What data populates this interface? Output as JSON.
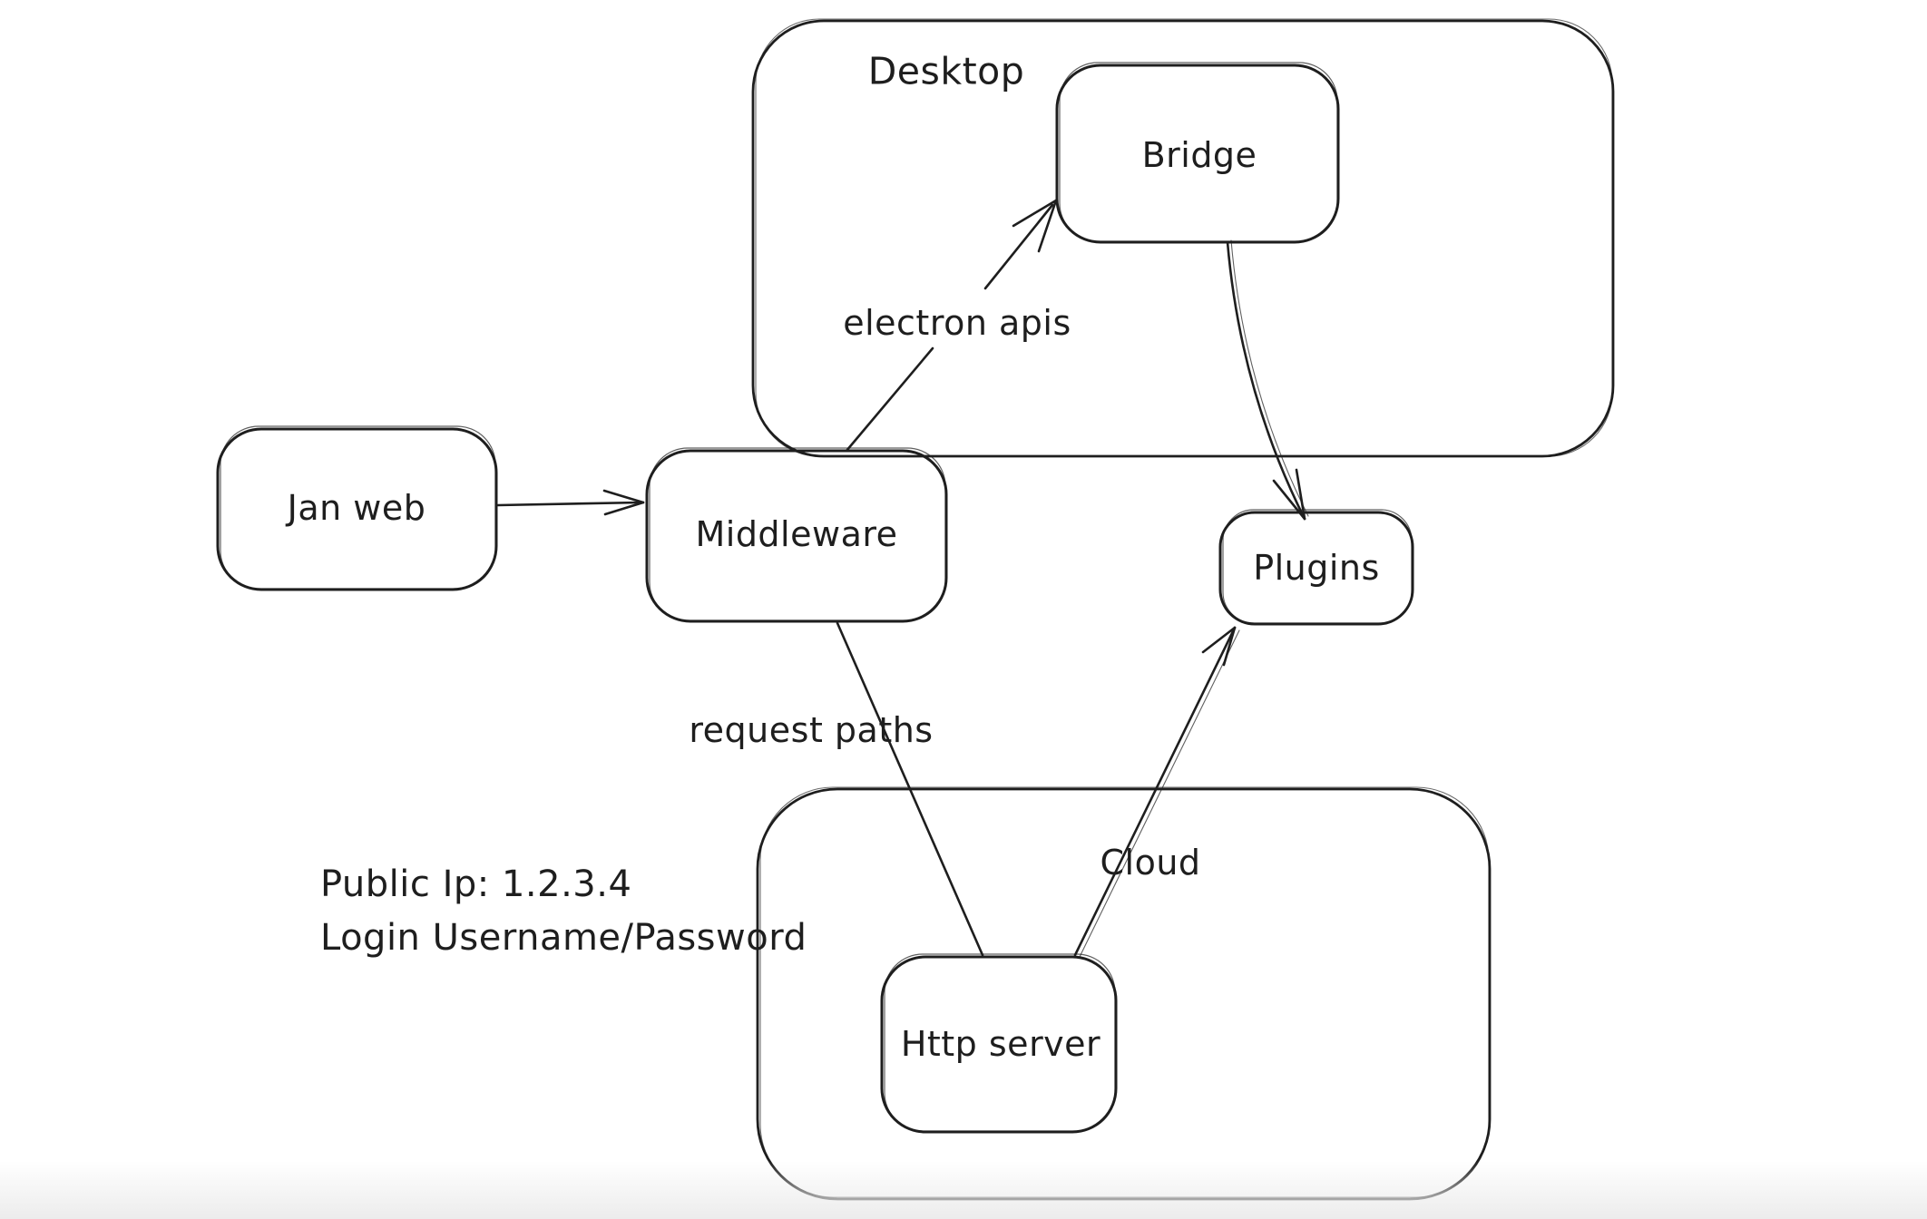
{
  "diagram": {
    "background": "#ffffff",
    "stroke_color": "#1e1e1e",
    "bottom_fade_color": "#ececec",
    "containers": {
      "desktop": {
        "label": "Desktop"
      },
      "cloud": {
        "label": "Cloud"
      }
    },
    "nodes": {
      "jan_web": {
        "label": "Jan web"
      },
      "middleware": {
        "label": "Middleware"
      },
      "bridge": {
        "label": "Bridge"
      },
      "plugins": {
        "label": "Plugins"
      },
      "http_server": {
        "label": "Http server"
      }
    },
    "edges": {
      "jan_web_to_middleware": {
        "from": "Jan web",
        "to": "Middleware",
        "label": ""
      },
      "middleware_to_bridge": {
        "from": "Middleware",
        "to": "Bridge",
        "label": "electron apis"
      },
      "bridge_to_plugins": {
        "from": "Bridge",
        "to": "Plugins",
        "label": ""
      },
      "middleware_to_http_server": {
        "from": "Middleware",
        "to": "Http server",
        "label": "request paths"
      },
      "http_server_to_plugins": {
        "from": "Http server",
        "to": "Plugins",
        "label": ""
      }
    },
    "annotation": {
      "line1": "Public Ip: 1.2.3.4",
      "line2": "Login Username/Password"
    }
  }
}
